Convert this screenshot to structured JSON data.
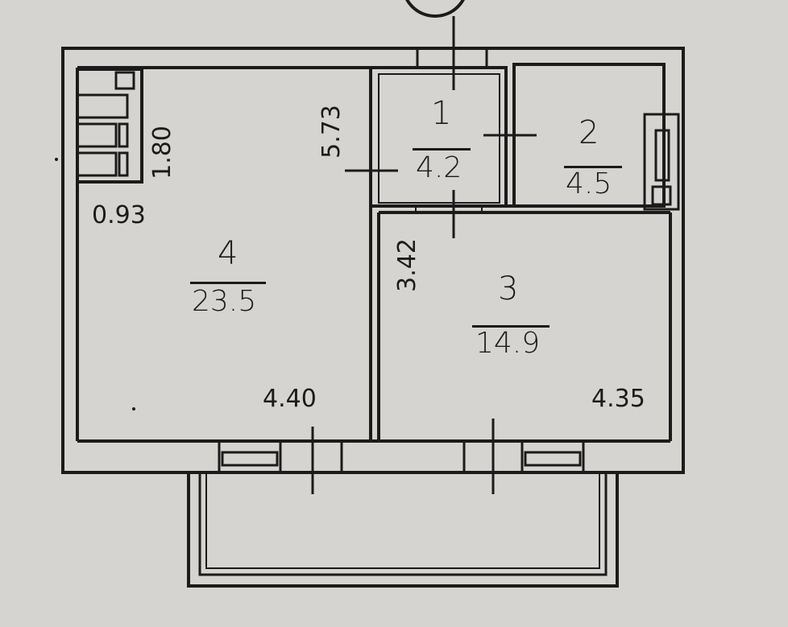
{
  "rooms": [
    {
      "number": "1",
      "area": "4.2"
    },
    {
      "number": "2",
      "area": "4.5"
    },
    {
      "number": "3",
      "area": "14.9"
    },
    {
      "number": "4",
      "area": "23.5"
    }
  ],
  "dimensions": {
    "kitchen_width": "4.40",
    "room_width": "4.35",
    "hall_length": "5.73",
    "closet_depth": "1.80",
    "closet_width": "0.93",
    "room_depth": "3.42"
  },
  "colors": {
    "paper": "#d6d4d1",
    "line": "#1b1b1b"
  }
}
